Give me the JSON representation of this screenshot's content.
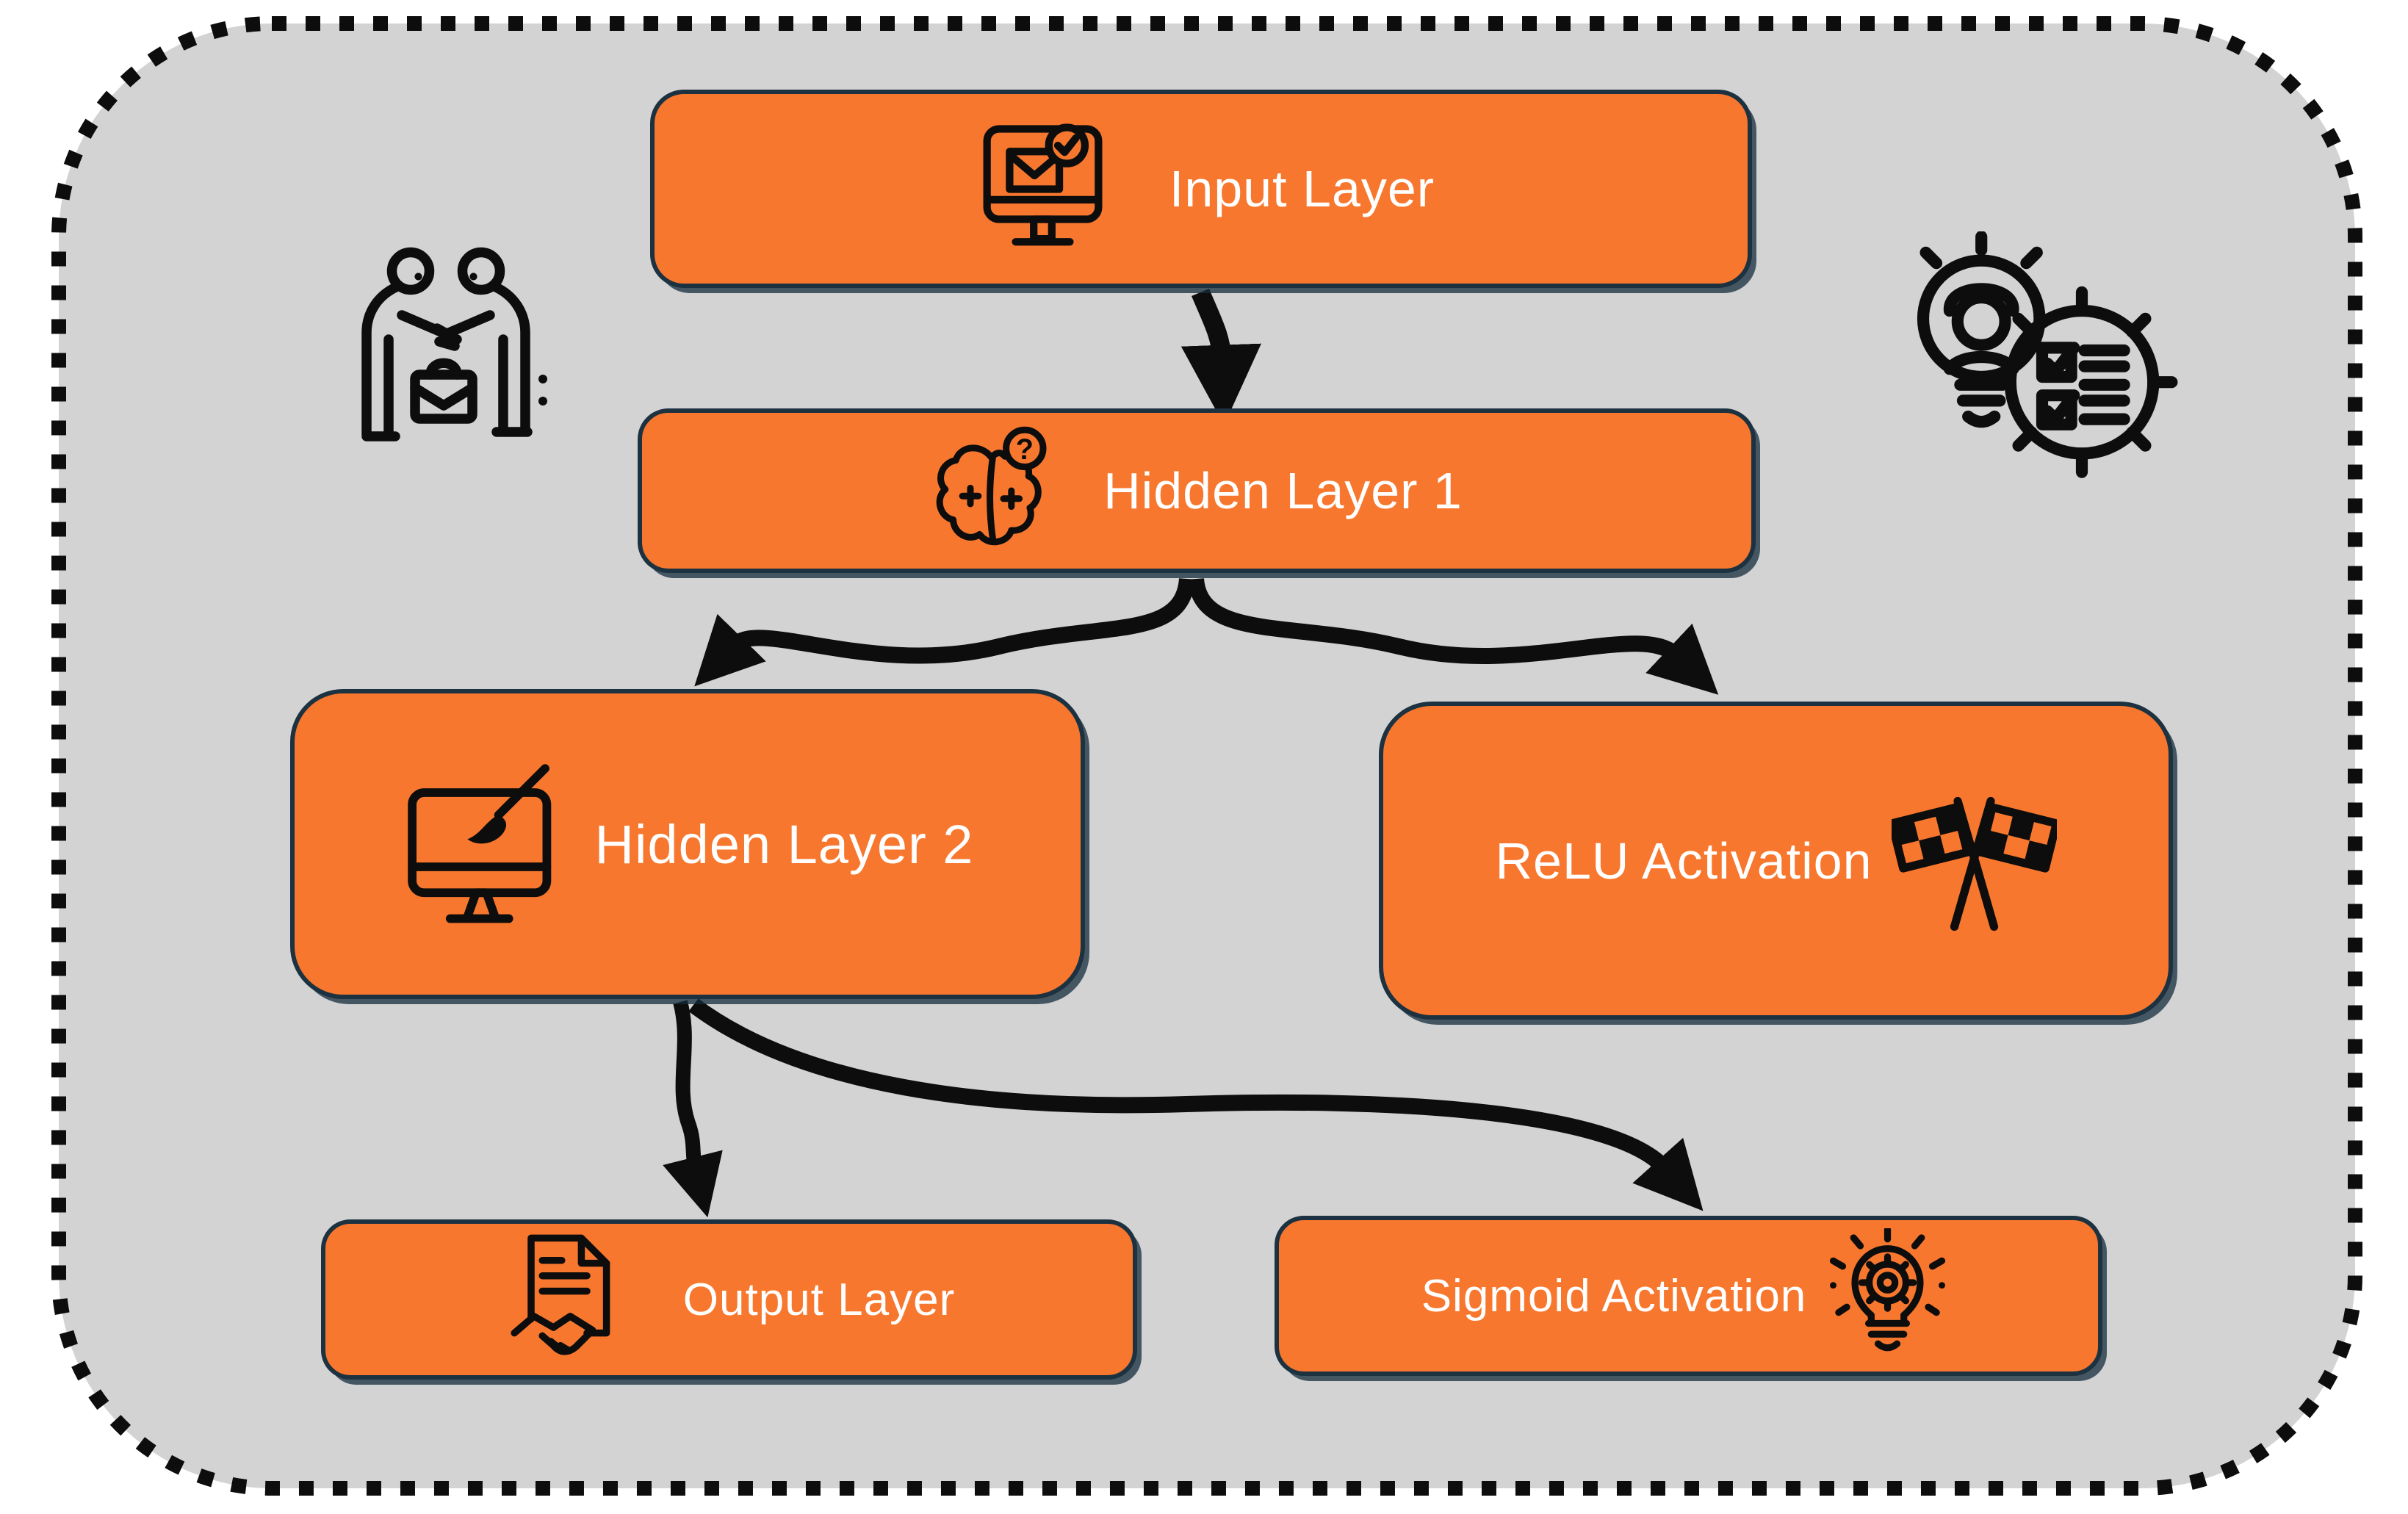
{
  "diagram": {
    "frame": {
      "background_color": "#d3d3d3",
      "border_color": "#0d0d0d",
      "border_style": "dotted"
    },
    "node_style": {
      "fill": "#f8772e",
      "border_color": "#1c3240",
      "text_color": "#ffffff"
    },
    "arrow_color": "#0d0d0d",
    "nodes": [
      {
        "id": "input",
        "label": "Input Layer",
        "icon": "monitor-email-check-icon",
        "icon_side": "left"
      },
      {
        "id": "hidden1",
        "label": "Hidden Layer 1",
        "icon": "brain-question-icon",
        "icon_side": "left"
      },
      {
        "id": "hidden2",
        "label": "Hidden Layer 2",
        "icon": "monitor-paintbrush-icon",
        "icon_side": "left"
      },
      {
        "id": "relu",
        "label": "ReLU Activation",
        "icon": "checkered-flags-icon",
        "icon_side": "right"
      },
      {
        "id": "output",
        "label": "Output Layer",
        "icon": "document-handshake-icon",
        "icon_side": "left"
      },
      {
        "id": "sigmoid",
        "label": "Sigmoid Activation",
        "icon": "lightbulb-gear-icon",
        "icon_side": "right"
      }
    ],
    "edges": [
      {
        "from": "input",
        "to": "hidden1"
      },
      {
        "from": "hidden1",
        "to": "hidden2"
      },
      {
        "from": "hidden1",
        "to": "relu"
      },
      {
        "from": "hidden2",
        "to": "output"
      },
      {
        "from": "hidden2",
        "to": "sigmoid"
      }
    ],
    "decorations": [
      {
        "icon": "handshake-people-icon",
        "position": "top-left"
      },
      {
        "icon": "idea-checklist-gear-icon",
        "position": "top-right"
      }
    ],
    "icon_glyphs": {
      "question_mark": "?"
    }
  }
}
